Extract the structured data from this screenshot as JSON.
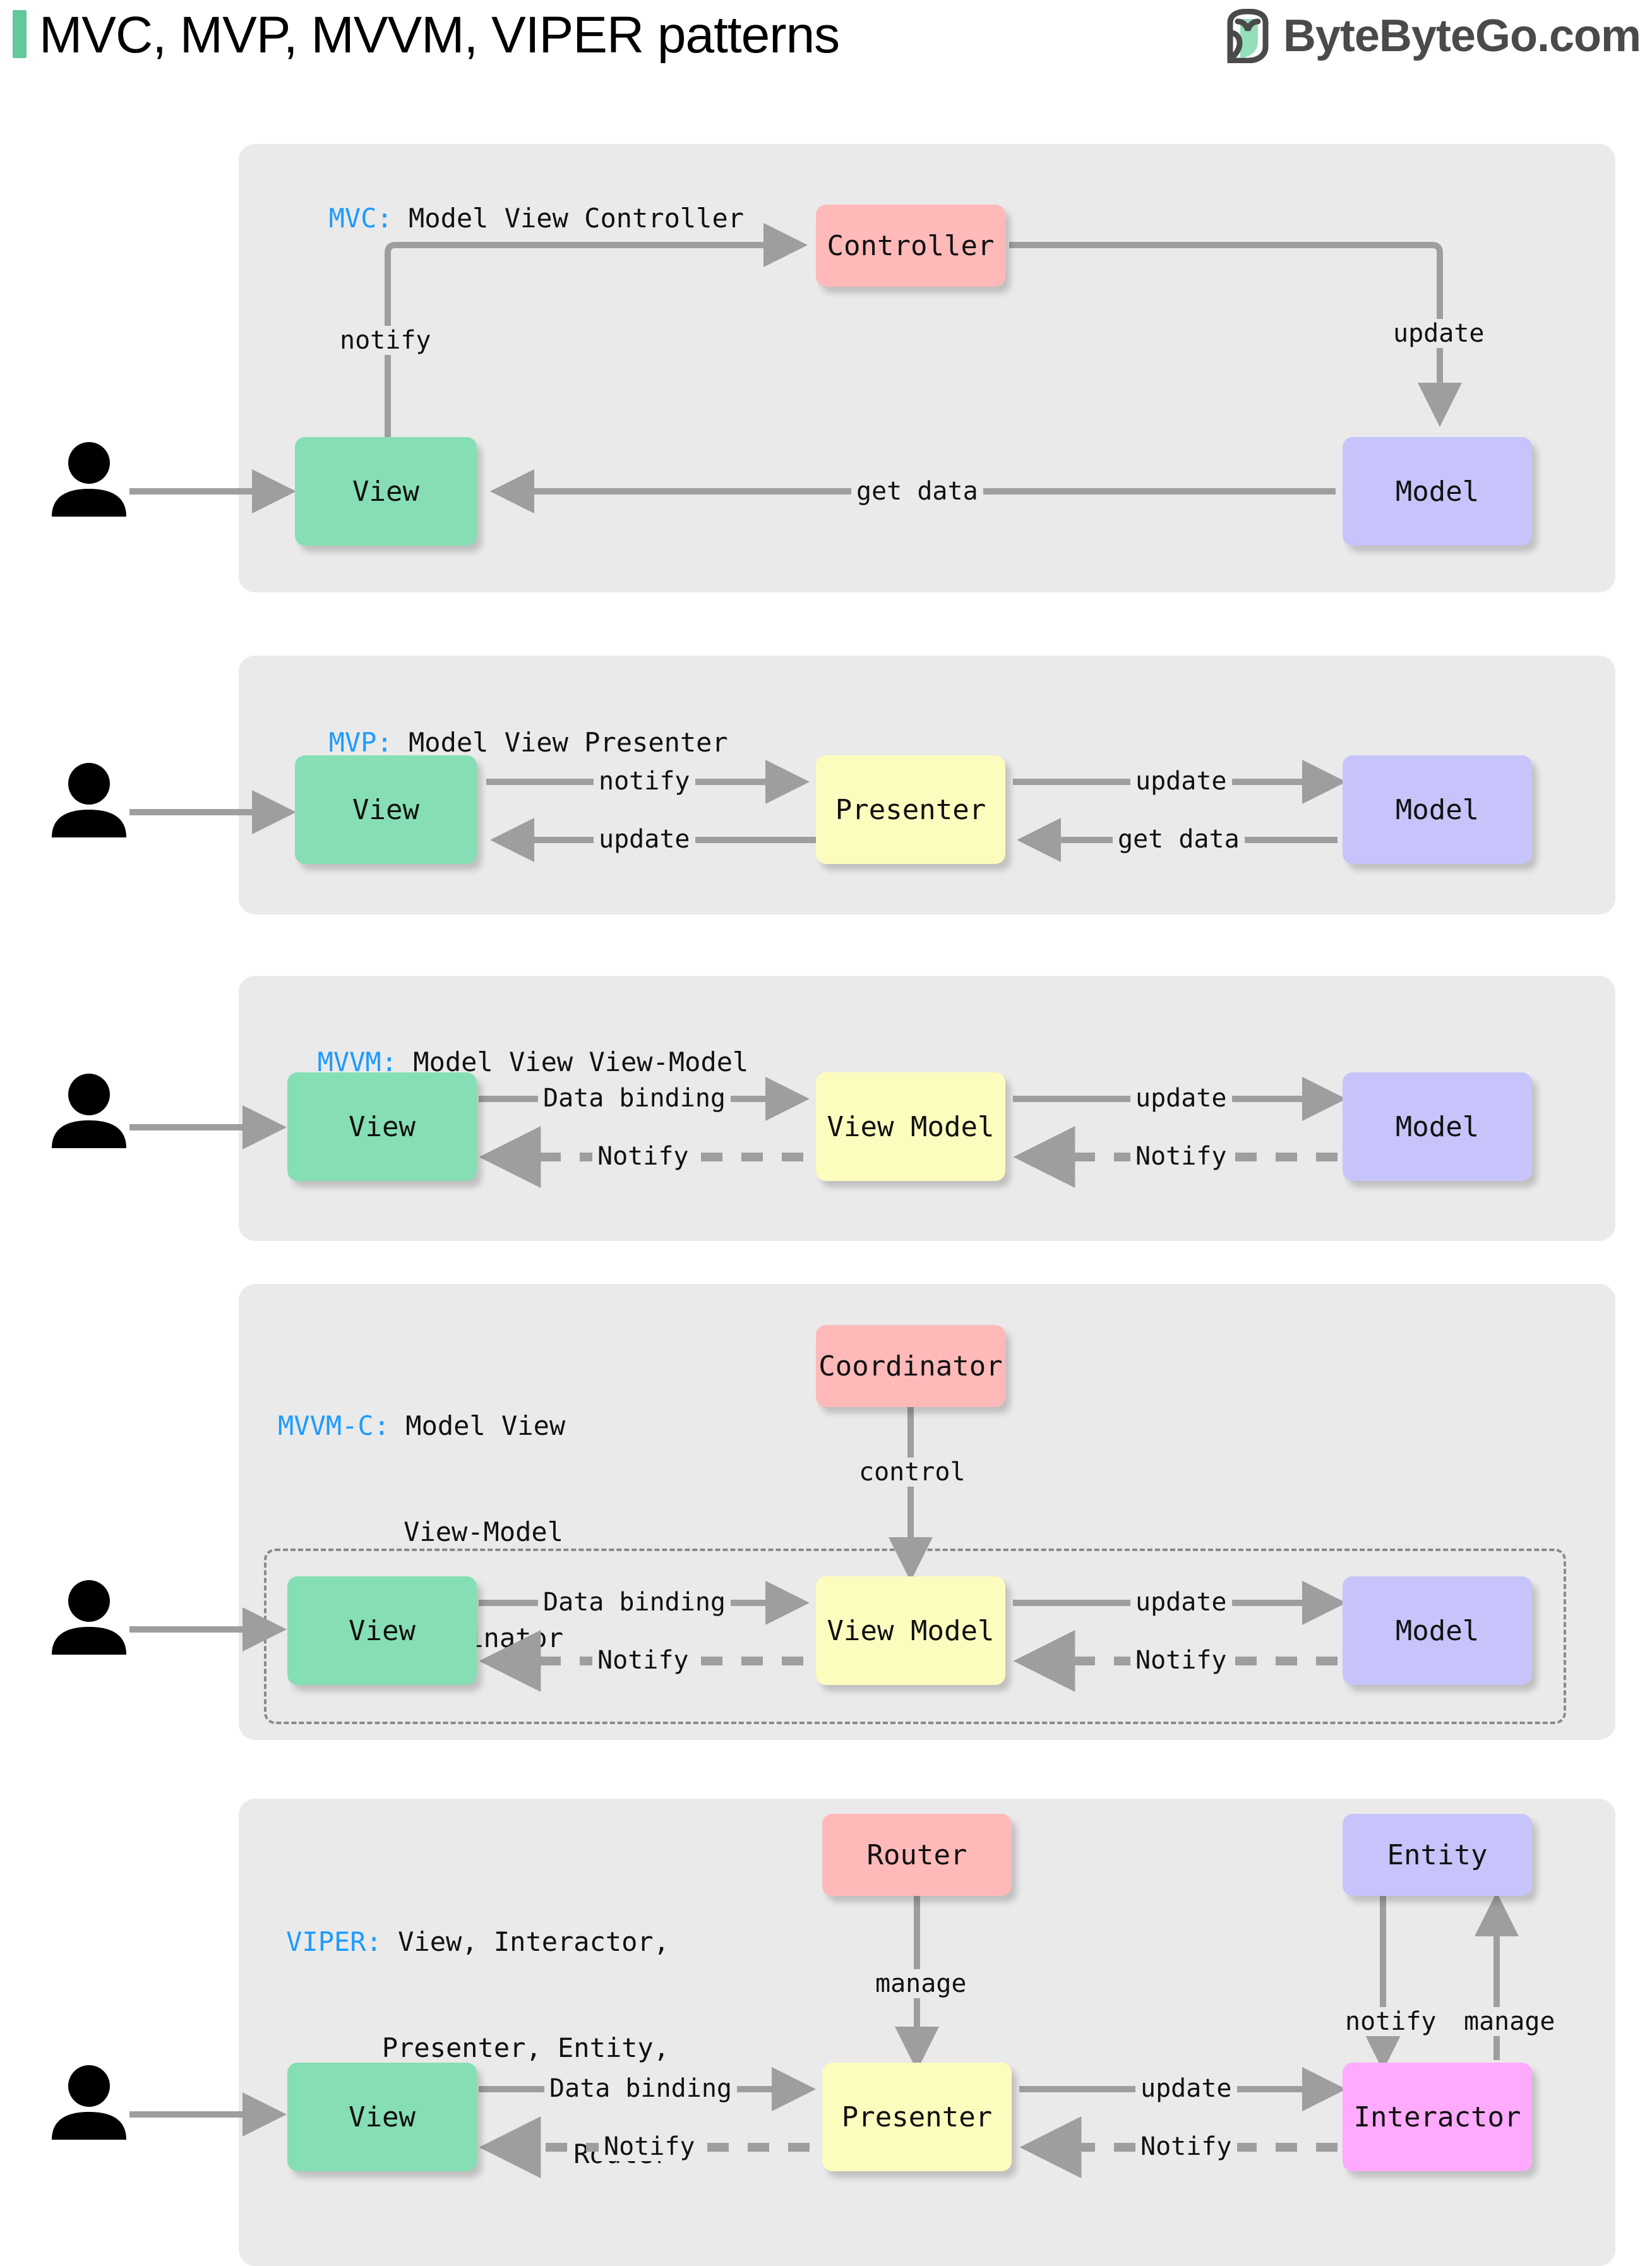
{
  "header": {
    "accent_color": "#63C89B",
    "title": "MVC, MVP, MVVM, VIPER patterns",
    "brand_text": "ByteByteGo.com",
    "brand_icon": "bytebytego-logo-icon"
  },
  "palette": {
    "panel_bg": "#EAEAEA",
    "view": "#86DFB4",
    "model": "#C7C4FB",
    "controller": "#FFB9B9",
    "presenter": "#FCFCBE",
    "view_model": "#FCFCBE",
    "coordinator": "#FFB9B9",
    "router": "#FFB9B9",
    "entity": "#C7C4FB",
    "interactor": "#FFAAFF",
    "arrow": "#9E9E9E",
    "label_key": "#1E9BFF"
  },
  "sections": [
    {
      "id": "mvc",
      "key": "MVC:",
      "title": " Model View Controller",
      "title_lines": [
        " Model View Controller"
      ],
      "nodes": [
        {
          "name": "View",
          "type": "view"
        },
        {
          "name": "Controller",
          "type": "controller"
        },
        {
          "name": "Model",
          "type": "model"
        }
      ],
      "edges": [
        {
          "label": "notify",
          "from": "View",
          "to": "Controller",
          "style": "solid"
        },
        {
          "label": "update",
          "from": "Controller",
          "to": "Model",
          "style": "solid"
        },
        {
          "label": "get data",
          "from": "Model",
          "to": "View",
          "style": "solid"
        }
      ]
    },
    {
      "id": "mvp",
      "key": "MVP:",
      "title": " Model View Presenter",
      "title_lines": [
        " Model View Presenter"
      ],
      "nodes": [
        {
          "name": "View",
          "type": "view"
        },
        {
          "name": "Presenter",
          "type": "presenter"
        },
        {
          "name": "Model",
          "type": "model"
        }
      ],
      "edges": [
        {
          "label": "notify",
          "from": "View",
          "to": "Presenter",
          "style": "solid"
        },
        {
          "label": "update",
          "from": "Presenter",
          "to": "Model",
          "style": "solid"
        },
        {
          "label": "update",
          "from": "Presenter",
          "to": "View",
          "style": "solid"
        },
        {
          "label": "get data",
          "from": "Model",
          "to": "Presenter",
          "style": "solid"
        }
      ]
    },
    {
      "id": "mvvm",
      "key": "MVVM:",
      "title": " Model View View-Model",
      "title_lines": [
        " Model View View-Model"
      ],
      "nodes": [
        {
          "name": "View",
          "type": "view"
        },
        {
          "name": "View Model",
          "type": "view_model"
        },
        {
          "name": "Model",
          "type": "model"
        }
      ],
      "edges": [
        {
          "label": "Data binding",
          "from": "View",
          "to": "View Model",
          "style": "solid"
        },
        {
          "label": "update",
          "from": "View Model",
          "to": "Model",
          "style": "solid"
        },
        {
          "label": "Notify",
          "from": "View Model",
          "to": "View",
          "style": "dashed"
        },
        {
          "label": "Notify",
          "from": "Model",
          "to": "View Model",
          "style": "dashed"
        }
      ]
    },
    {
      "id": "mvvmc",
      "key": "MVVM-C:",
      "title": " Model View View-Model Coordinator",
      "title_lines": [
        " Model View",
        "View-Model",
        "Coordinator"
      ],
      "nodes": [
        {
          "name": "Coordinator",
          "type": "coordinator"
        },
        {
          "name": "View",
          "type": "view"
        },
        {
          "name": "View Model",
          "type": "view_model"
        },
        {
          "name": "Model",
          "type": "model"
        }
      ],
      "edges": [
        {
          "label": "control",
          "from": "Coordinator",
          "to": "View Model",
          "style": "solid"
        },
        {
          "label": "Data binding",
          "from": "View",
          "to": "View Model",
          "style": "solid"
        },
        {
          "label": "update",
          "from": "View Model",
          "to": "Model",
          "style": "solid"
        },
        {
          "label": "Notify",
          "from": "View Model",
          "to": "View",
          "style": "dashed"
        },
        {
          "label": "Notify",
          "from": "Model",
          "to": "View Model",
          "style": "dashed"
        }
      ]
    },
    {
      "id": "viper",
      "key": "VIPER:",
      "title": " View, Interactor, Presenter, Entity, Router",
      "title_lines": [
        " View, Interactor,",
        "Presenter, Entity,",
        "Router"
      ],
      "nodes": [
        {
          "name": "Router",
          "type": "router"
        },
        {
          "name": "Entity",
          "type": "entity"
        },
        {
          "name": "View",
          "type": "view"
        },
        {
          "name": "Presenter",
          "type": "presenter"
        },
        {
          "name": "Interactor",
          "type": "interactor"
        }
      ],
      "edges": [
        {
          "label": "manage",
          "from": "Router",
          "to": "Presenter",
          "style": "solid"
        },
        {
          "label": "notify",
          "from": "Entity",
          "to": "Interactor",
          "style": "solid"
        },
        {
          "label": "manage",
          "from": "Interactor",
          "to": "Entity",
          "style": "solid"
        },
        {
          "label": "Data binding",
          "from": "View",
          "to": "Presenter",
          "style": "solid"
        },
        {
          "label": "update",
          "from": "Presenter",
          "to": "Interactor",
          "style": "solid"
        },
        {
          "label": "Notify",
          "from": "Presenter",
          "to": "View",
          "style": "dashed"
        },
        {
          "label": "Notify",
          "from": "Interactor",
          "to": "Presenter",
          "style": "dashed"
        }
      ]
    }
  ],
  "labels": {
    "mvc_notify": "notify",
    "mvc_update": "update",
    "mvc_getdata": "get data",
    "mvp_notify": "notify",
    "mvp_update_right": "update",
    "mvp_update_left": "update",
    "mvp_getdata": "get data",
    "mvvm_databinding": "Data binding",
    "mvvm_update": "update",
    "mvvm_notify_left": "Notify",
    "mvvm_notify_right": "Notify",
    "mvvmc_control": "control",
    "mvvmc_databinding": "Data binding",
    "mvvmc_update": "update",
    "mvvmc_notify_left": "Notify",
    "mvvmc_notify_right": "Notify",
    "viper_manage_router": "manage",
    "viper_notify_entity": "notify",
    "viper_manage_entity": "manage",
    "viper_databinding": "Data binding",
    "viper_update": "update",
    "viper_notify_left": "Notify",
    "viper_notify_right": "Notify"
  },
  "nodes_text": {
    "view": "View",
    "model": "Model",
    "controller": "Controller",
    "presenter": "Presenter",
    "view_model": "View Model",
    "coordinator": "Coordinator",
    "router": "Router",
    "entity": "Entity",
    "interactor": "Interactor"
  },
  "actor_icon": "user-person-icon"
}
